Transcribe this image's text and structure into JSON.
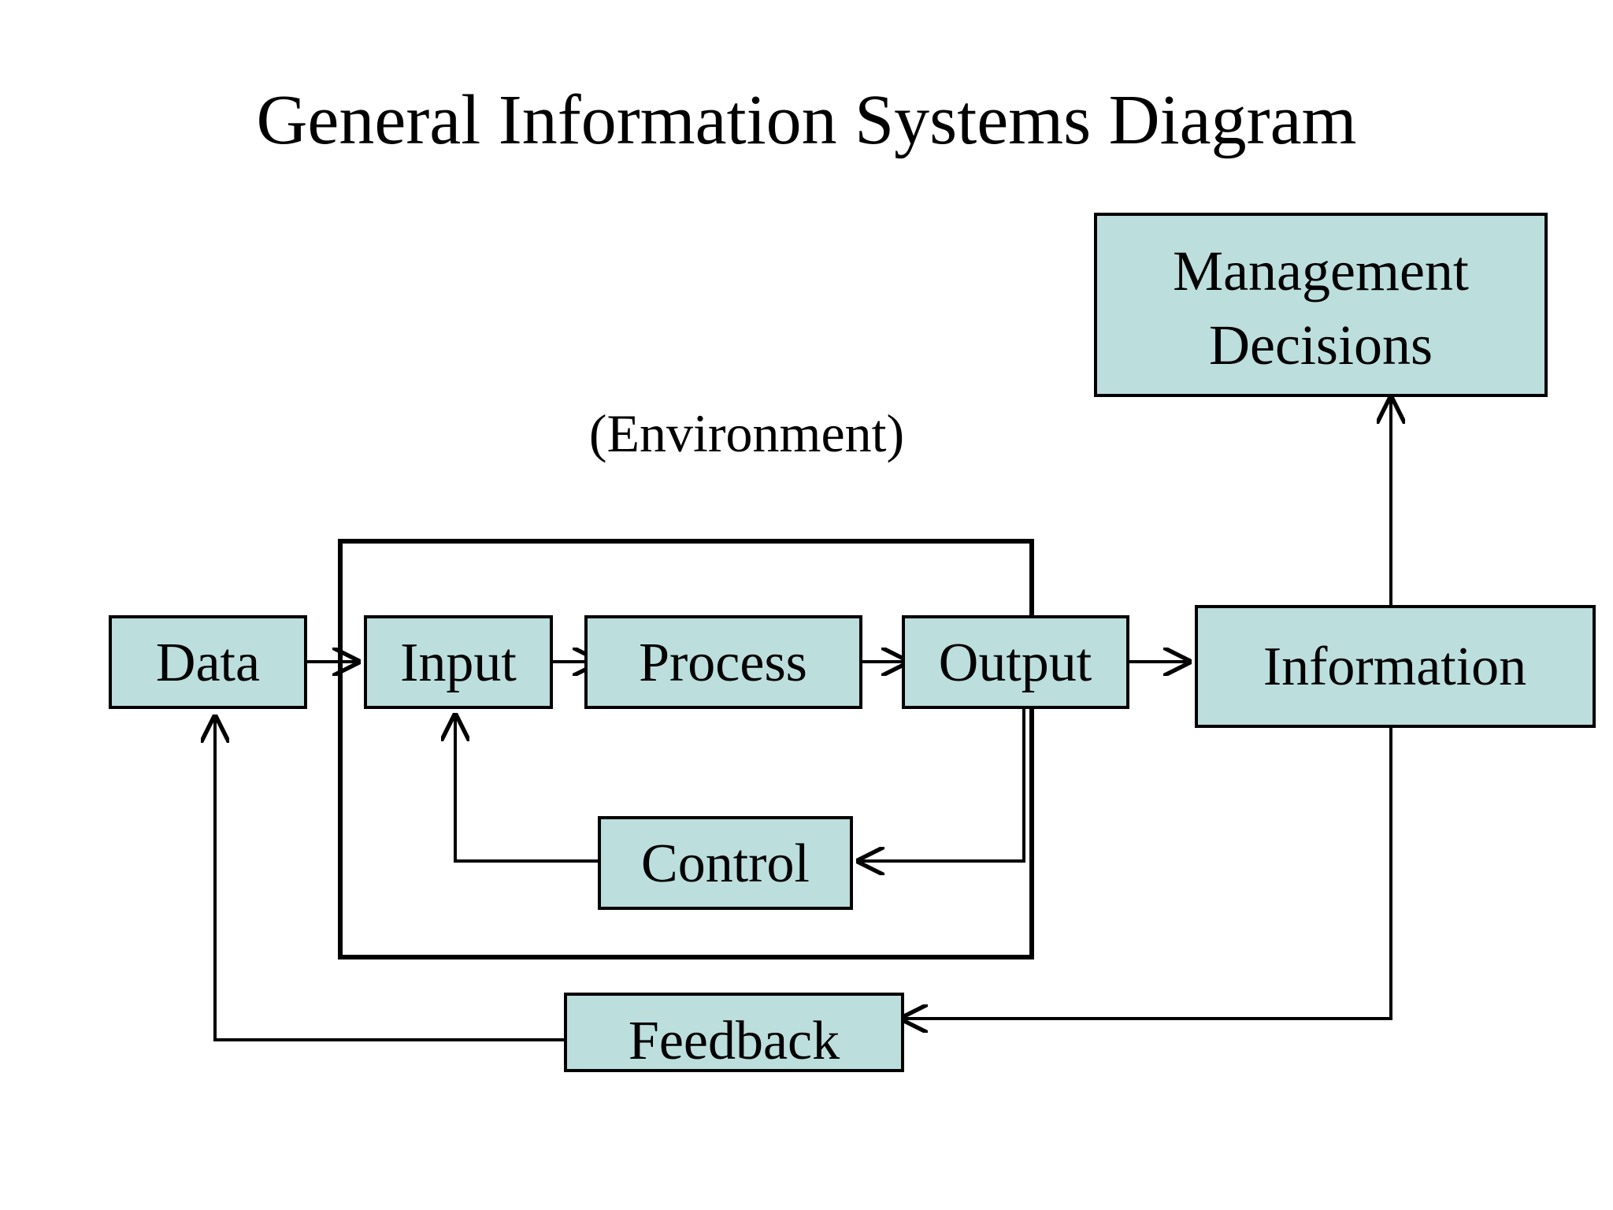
{
  "slide": {
    "title": "General Information Systems Diagram",
    "background_color": "#ffffff"
  },
  "palette": {
    "box_fill": "#bcdedd",
    "box_stroke": "#000000",
    "text": "#000000",
    "connector": "#000000"
  },
  "diagram": {
    "environment_label": "(Environment)",
    "nodes": {
      "data": {
        "label": "Data"
      },
      "input": {
        "label": "Input"
      },
      "process": {
        "label": "Process"
      },
      "output": {
        "label": "Output"
      },
      "information": {
        "label": "Information"
      },
      "control": {
        "label": "Control"
      },
      "feedback": {
        "label": "Feedback"
      },
      "management_decisions": {
        "label": "Management\nDecisions",
        "line1": "Management",
        "line2": "Decisions"
      }
    },
    "connections": [
      {
        "from": "data",
        "to": "input",
        "arrow": "right"
      },
      {
        "from": "input",
        "to": "process",
        "arrow": "right"
      },
      {
        "from": "process",
        "to": "output",
        "arrow": "right"
      },
      {
        "from": "output",
        "to": "information",
        "arrow": "right"
      },
      {
        "from": "information",
        "to": "management_decisions",
        "arrow": "up"
      },
      {
        "from": "output",
        "to": "control",
        "arrow": "left"
      },
      {
        "from": "control",
        "to": "input",
        "arrow": "up"
      },
      {
        "from": "information",
        "to": "feedback",
        "arrow": "left"
      },
      {
        "from": "feedback",
        "to": "data",
        "arrow": "up"
      }
    ]
  }
}
